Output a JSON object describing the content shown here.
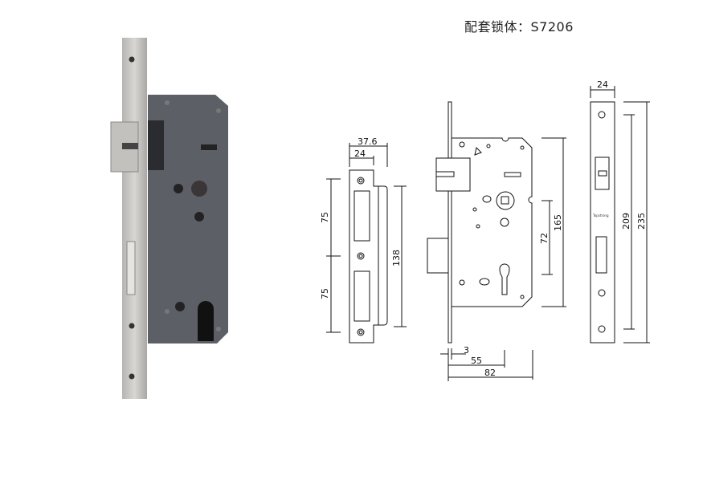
{
  "title": "配套锁体：S7206",
  "colors": {
    "case": "#5c6066",
    "steel": "#c9c7c4",
    "line": "#111111"
  },
  "strike_plate": {
    "width_outer": "37.6",
    "width_inner": "24",
    "spacing_top": "75",
    "spacing_bottom": "75",
    "height": "138"
  },
  "lock_body": {
    "height_case": "165",
    "center_distance": "72",
    "faceplate_thickness": "3",
    "backset": "55",
    "depth": "82"
  },
  "faceplate": {
    "width": "24",
    "screw_spacing": "209",
    "length": "235",
    "brand_mark": "Topstrong"
  }
}
